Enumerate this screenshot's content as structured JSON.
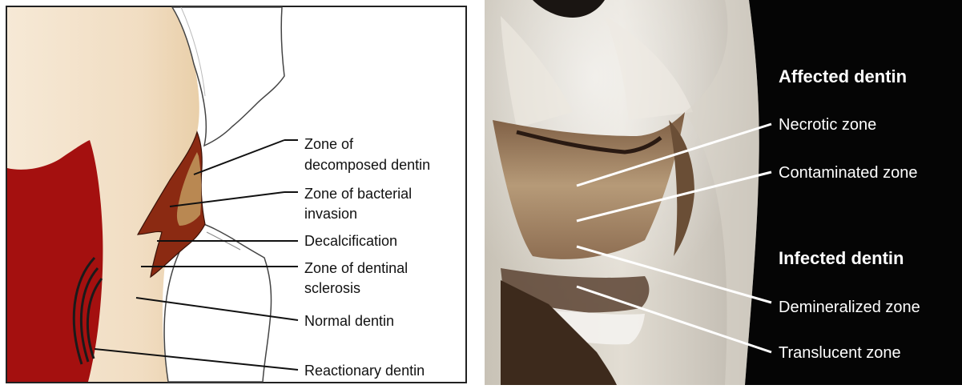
{
  "left_diagram": {
    "labels": [
      {
        "id": "decomposed",
        "lines": [
          "Zone of",
          "decomposed dentin"
        ]
      },
      {
        "id": "bacterial",
        "lines": [
          "Zone of bacterial",
          "invasion"
        ]
      },
      {
        "id": "decalc",
        "lines": [
          "Decalcification"
        ]
      },
      {
        "id": "sclerosis",
        "lines": [
          "Zone of dentinal",
          "sclerosis"
        ]
      },
      {
        "id": "normal",
        "lines": [
          "Normal dentin"
        ]
      },
      {
        "id": "reactionary",
        "lines": [
          "Reactionary dentin"
        ]
      }
    ],
    "colors": {
      "pulp": "#a4100f",
      "dentin": "#f3e2cb",
      "enamel": "#ffffff",
      "lesion": "#8b2a12",
      "decomposed": "#b98852"
    }
  },
  "right_photo": {
    "headings": {
      "affected": "Affected dentin",
      "infected": "Infected dentin"
    },
    "labels": [
      {
        "id": "necrotic",
        "text": "Necrotic zone"
      },
      {
        "id": "contaminated",
        "text": "Contaminated zone"
      },
      {
        "id": "demineralized",
        "text": "Demineralized zone"
      },
      {
        "id": "translucent",
        "text": "Translucent zone"
      }
    ]
  }
}
